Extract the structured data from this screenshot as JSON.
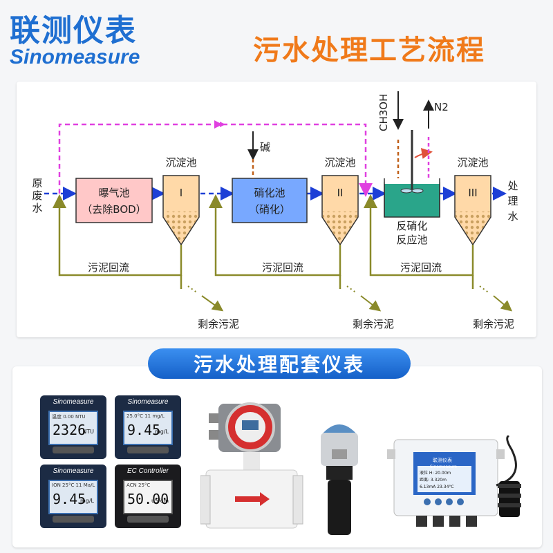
{
  "header": {
    "brand_cn": "联测仪表",
    "brand_en": "Sinomeasure",
    "title": "污水处理工艺流程"
  },
  "diagram": {
    "input_label": [
      "原",
      "废",
      "水"
    ],
    "output_label": [
      "处",
      "理",
      "水"
    ],
    "aeration_tank": [
      "曝气池",
      "（去除BOD）"
    ],
    "nitrification_tank": [
      "硝化池",
      "（硝化）"
    ],
    "denitrification_tank": [
      "反硝化",
      "反应池"
    ],
    "sedimentation_label": "沉淀池",
    "tank_numerals": [
      "I",
      "II",
      "III"
    ],
    "alkali": "碱",
    "methanol": "CH3OH",
    "nitrogen": "N2",
    "sludge_return": "污泥回流",
    "excess_sludge": "剩余污泥",
    "colors": {
      "bypass": "#e040e0",
      "main_flow": "#1d3fd6",
      "sludge": "#8a8a2a",
      "dosing": "#c0601a",
      "aeration_fill": "#ffc8c8",
      "nitrif_fill": "#78a8ff",
      "denit_fill": "#2aa58a",
      "settler_fill": "#ffd9a8"
    }
  },
  "products": {
    "section_title": "污水处理配套仪表",
    "meters": [
      {
        "brand": "Sinomeasure",
        "value": "2326",
        "unit": "NTU",
        "tiny": "温度  0.00 NTU"
      },
      {
        "brand": "Sinomeasure",
        "value": "9.45",
        "unit": "mg/L",
        "tiny": "25.0°C   11 mg/L"
      },
      {
        "brand": "Sinomeasure",
        "value": "9.45",
        "unit": "mg/L",
        "tiny": "ION 25°C   11 Ma/L"
      },
      {
        "brand": "EC Controller",
        "value": "50.00",
        "unit": "uS/cm",
        "tiny": "ACN 25°C"
      }
    ],
    "controller_screen": {
      "brand": "联测仪表",
      "brand_en": "Sinomeasure",
      "line1": "液位 H: 20.00m",
      "line2": "距离:  3.320m",
      "line3": "6.13mA   23.34°C"
    }
  }
}
